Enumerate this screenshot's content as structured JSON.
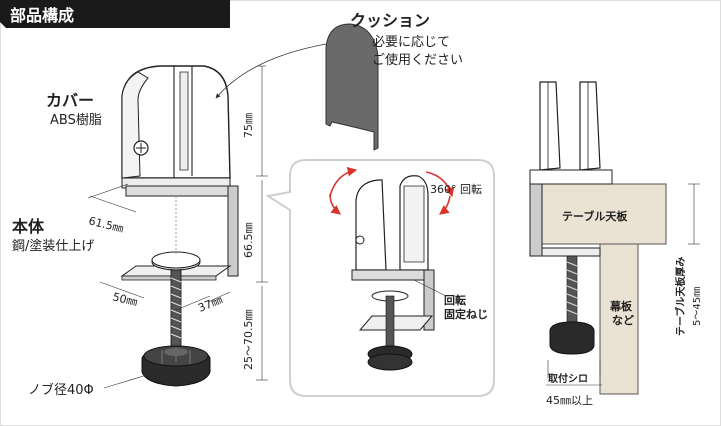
{
  "header": {
    "title": "部品構成"
  },
  "cushion": {
    "title": "クッション",
    "note_line1": "必要に応じて",
    "note_line2": "ご使用ください"
  },
  "cover": {
    "title": "カバー",
    "material": "ABS樹脂"
  },
  "body_part": {
    "title": "本体",
    "material": "鋼/塗装仕上げ"
  },
  "knob": {
    "label": "ノブ径40Φ"
  },
  "dimensions": {
    "d75": "75㎜",
    "d665": "66.5㎜",
    "d2570": "25〜70.5㎜",
    "d615": "61.5㎜",
    "d50": "50㎜",
    "d37": "37㎜"
  },
  "detail": {
    "rotation": "360° 回転",
    "lock_line1": "回転",
    "lock_line2": "固定ねじ"
  },
  "install": {
    "tabletop": "テーブル天板",
    "panel_line1": "幕板",
    "panel_line2": "など",
    "thickness_label": "テーブル天板厚み",
    "thickness_range": "5〜45㎜",
    "clearance_label": "取付シロ",
    "clearance_value": "45㎜以上"
  },
  "colors": {
    "header_bg": "#1a1a1a",
    "tabletop": "#eae2d2",
    "cushion": "#6a6a6a",
    "arrow_red": "#d9342b",
    "frame": "#dddddd"
  }
}
